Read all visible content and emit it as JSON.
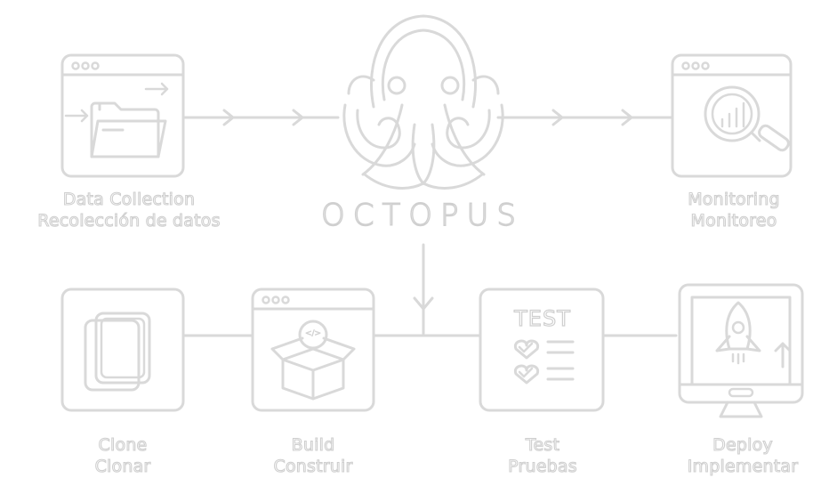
{
  "brand": {
    "name": "OCTOPUS"
  },
  "nodes": {
    "data_collection": {
      "label_en": "Data Collection",
      "label_es": "Recolección de datos"
    },
    "monitoring": {
      "label_en": "Monitoring",
      "label_es": "Monitoreo"
    },
    "clone": {
      "label_en": "Clone",
      "label_es": "Clonar"
    },
    "build": {
      "label_en": "Build",
      "label_es": "Construir",
      "code_tag": "</>"
    },
    "test": {
      "label_en": "Test",
      "label_es": "Pruebas",
      "badge": "TEST"
    },
    "deploy": {
      "label_en": "Deploy",
      "label_es": "Implementar"
    }
  },
  "icons": [
    "folder-icon",
    "octopus-icon",
    "analytics-icon",
    "clone-icon",
    "box-icon",
    "checklist-icon",
    "rocket-icon"
  ],
  "colors": {
    "stroke": "#d9d9d9",
    "background": "#ffffff"
  }
}
